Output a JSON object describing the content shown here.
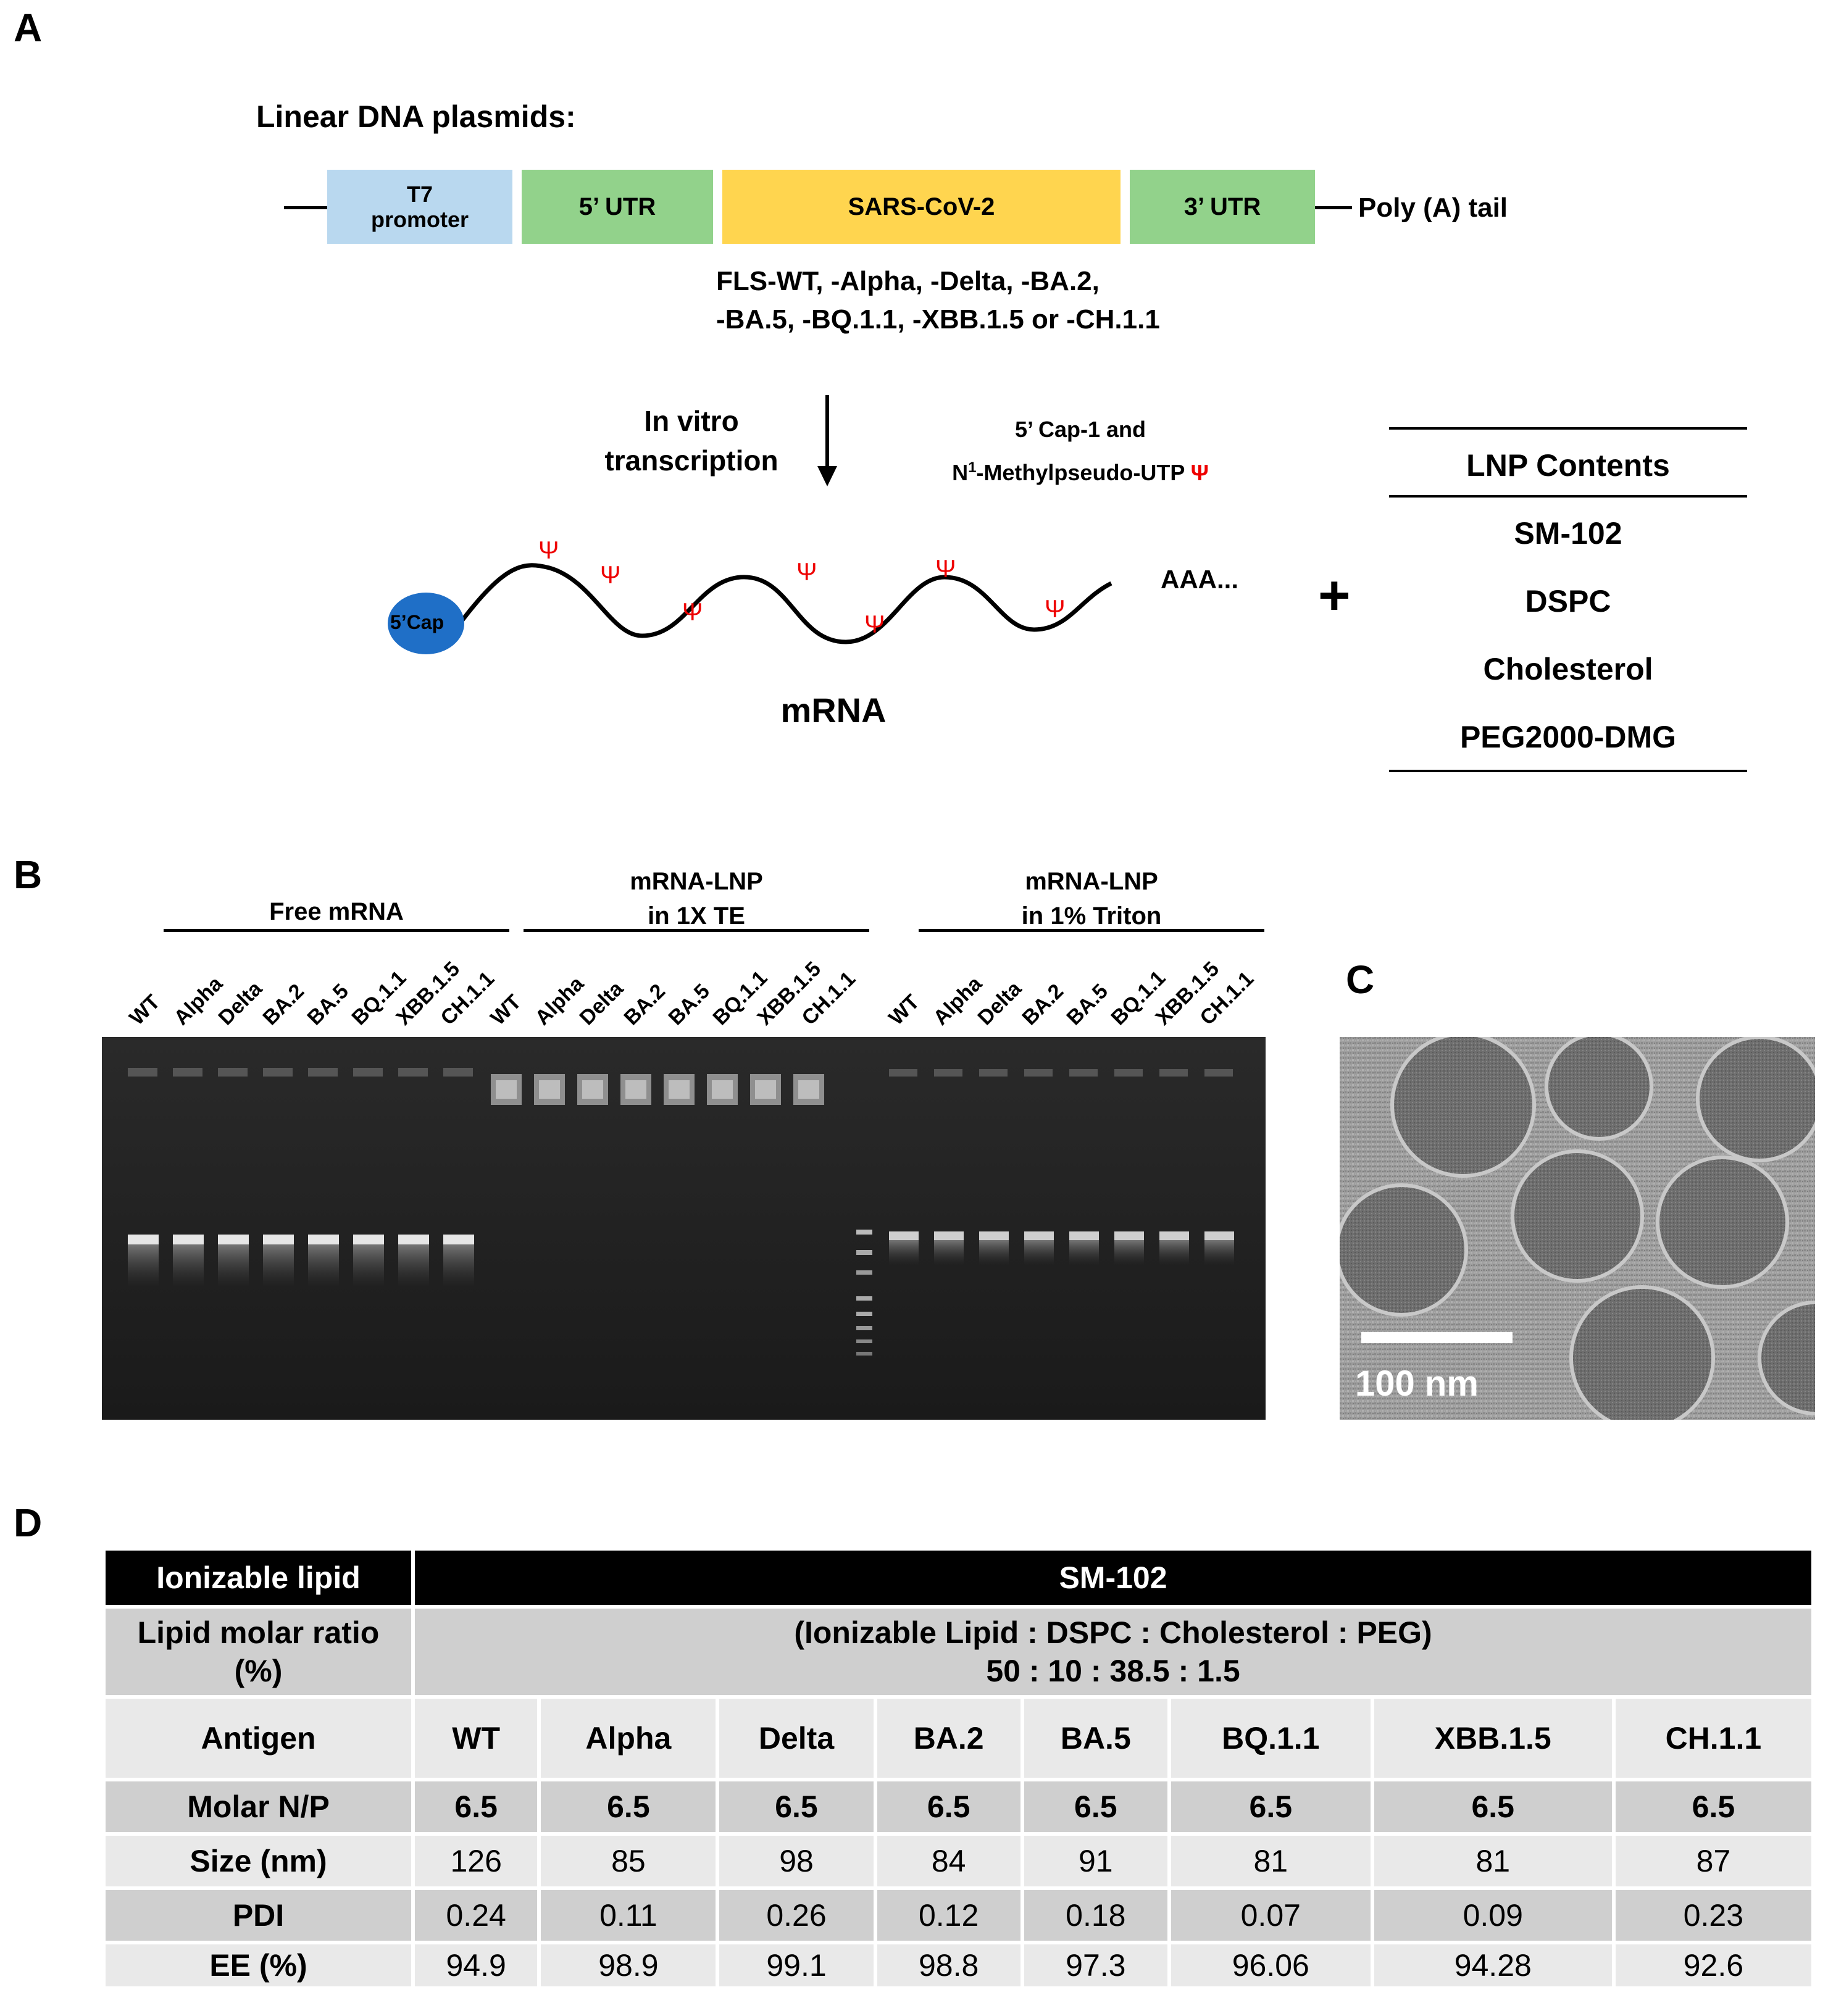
{
  "panels": {
    "a": "A",
    "b": "B",
    "c": "C",
    "d": "D"
  },
  "panel_a": {
    "plasmid_title": "Linear DNA plasmids:",
    "boxes": {
      "t7": "T7\npromoter",
      "utr5": "5’ UTR",
      "sars": "SARS-CoV-2",
      "utr3": "3’ UTR"
    },
    "polya": "Poly (A) tail",
    "variants_line1": "FLS-WT, -Alpha, -Delta, -BA.2,",
    "variants_line2": "-BA.5, -BQ.1.1, -XBB.1.5 or -CH.1.1",
    "ivt_line1": "In vitro",
    "ivt_line2": "transcription",
    "cap_line1": "5’ Cap-1 and",
    "cap_line2_pre": "N",
    "cap_line2_sup": "1",
    "cap_line2_post": "-Methylpseudo-UTP",
    "psi": "Ψ",
    "cap_label": "5’Cap",
    "aaa": "AAA...",
    "mrna_label": "mRNA",
    "plus": "+",
    "lnp_title": "LNP Contents",
    "lnp_items": [
      "SM-102",
      "DSPC",
      "Cholesterol",
      "PEG2000-DMG"
    ]
  },
  "panel_b": {
    "groups": [
      "Free mRNA",
      "mRNA-LNP\nin 1X TE",
      "mRNA-LNP\nin 1% Triton"
    ],
    "lanes": [
      "WT",
      "Alpha",
      "Delta",
      "BA.2",
      "BA.5",
      "BQ.1.1",
      "XBB.1.5",
      "CH.1.1"
    ]
  },
  "panel_c": {
    "scale_label": "100 nm"
  },
  "panel_d": {
    "ionizable_label": "Ionizable lipid",
    "ionizable_value": "SM-102",
    "ratio_label_1": "Lipid molar ratio",
    "ratio_label_2": "(%)",
    "ratio_value_1": "(Ionizable Lipid : DSPC : Cholesterol : PEG)",
    "ratio_value_2": "50 : 10 : 38.5 : 1.5",
    "antigen_label": "Antigen",
    "antigens": [
      "WT",
      "Alpha",
      "Delta",
      "BA.2",
      "BA.5",
      "BQ.1.1",
      "XBB.1.5",
      "CH.1.1"
    ],
    "rows": [
      {
        "label": "Molar N/P",
        "values": [
          "6.5",
          "6.5",
          "6.5",
          "6.5",
          "6.5",
          "6.5",
          "6.5",
          "6.5"
        ]
      },
      {
        "label": "Size (nm)",
        "values": [
          "126",
          "85",
          "98",
          "84",
          "91",
          "81",
          "81",
          "87"
        ]
      },
      {
        "label": "PDI",
        "values": [
          "0.24",
          "0.11",
          "0.26",
          "0.12",
          "0.18",
          "0.07",
          "0.09",
          "0.23"
        ]
      },
      {
        "label": "EE (%)",
        "values": [
          "94.9",
          "98.9",
          "99.1",
          "98.8",
          "97.3",
          "96.06",
          "94.28",
          "92.6"
        ]
      }
    ]
  }
}
